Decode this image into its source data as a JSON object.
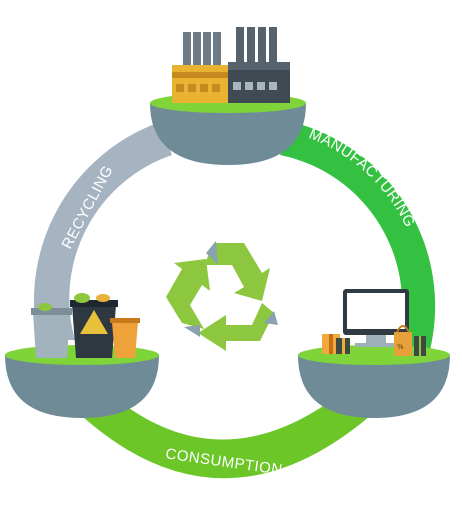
{
  "diagram": {
    "stages": [
      {
        "id": "manufacturing",
        "label": "MANUFACTURING"
      },
      {
        "id": "consumption",
        "label": "CONSUMPTION"
      },
      {
        "id": "recycling",
        "label": "RECYCLING"
      }
    ],
    "colors": {
      "ring_green": "#5cc230",
      "ring_bright_green": "#34c142",
      "ring_grey": "#a6b3c0",
      "platform_top": "#7fd43a",
      "platform_bowl": "#6f8b98",
      "recycle_green": "#8dc63f",
      "recycle_blue": "#8aa2ae"
    },
    "icons": {
      "top": "factory-icon",
      "right": "computer-and-gifts-icon",
      "left": "trash-bins-icon",
      "center": "recycle-arrows-icon"
    }
  }
}
